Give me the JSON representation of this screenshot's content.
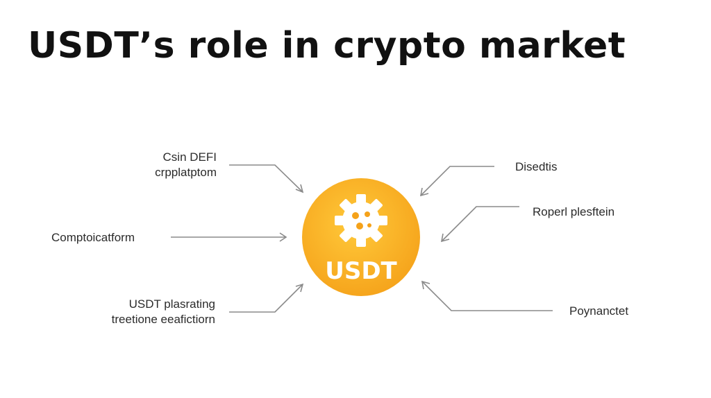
{
  "title": "USDT’s role in crypto market",
  "hub": {
    "label": "USDT",
    "colors": {
      "fill_light": "#FFC93A",
      "fill_dark": "#F5A21A",
      "gear": "#FFFFFF",
      "text": "#FFFFFF"
    },
    "icon": "gear-icon"
  },
  "left_nodes": [
    {
      "lines": [
        "Csin DEFI",
        "crpplatptom"
      ]
    },
    {
      "lines": [
        "Comptoicatform"
      ]
    },
    {
      "lines": [
        "USDT plasrating",
        "treetione eeafictiorn"
      ]
    }
  ],
  "right_nodes": [
    {
      "lines": [
        "Disedtis"
      ]
    },
    {
      "lines": [
        "Roperl plesftein"
      ]
    },
    {
      "lines": [
        "Poynanctet"
      ]
    }
  ],
  "colors": {
    "arrow": "#8a8a8a",
    "title": "#111111",
    "label": "#2b2b2b"
  }
}
